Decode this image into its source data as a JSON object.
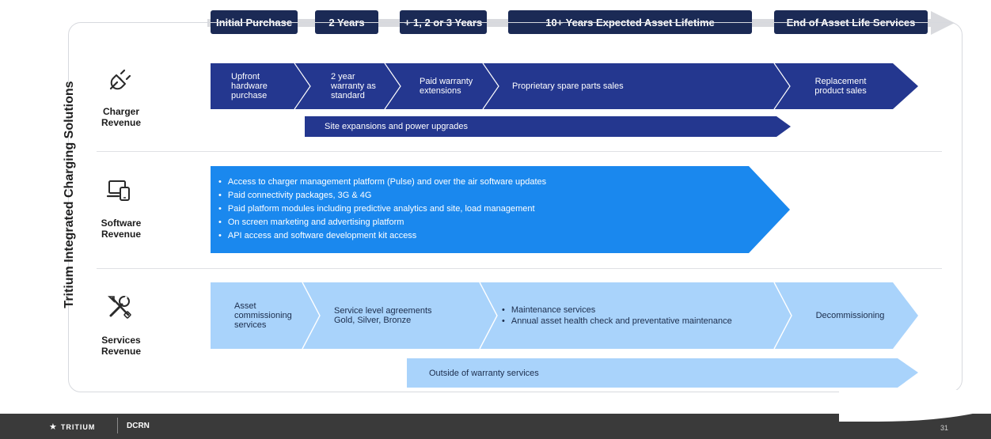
{
  "timeline": {
    "phases": [
      "Initial Purchase",
      "2 Years",
      "+ 1, 2 or 3 Years",
      "10+ Years Expected Asset Lifetime",
      "End of Asset Life Services"
    ]
  },
  "side_title": "Tritium Integrated Charging Solutions",
  "rows": {
    "charger": {
      "icon": "plug-icon",
      "label_line1": "Charger",
      "label_line2": "Revenue",
      "segments": [
        "Upfront hardware purchase",
        "2 year warranty as standard",
        "Paid warranty extensions",
        "Proprietary spare parts sales",
        "Replacement product sales"
      ],
      "secondary": "Site expansions and power upgrades",
      "color": "#24378f"
    },
    "software": {
      "icon": "devices-icon",
      "label_line1": "Software",
      "label_line2": "Revenue",
      "bullets": [
        "Access to charger management platform (Pulse) and over the air software updates",
        "Paid connectivity packages, 3G & 4G",
        "Paid platform modules including predictive analytics and site, load management",
        "On screen marketing and advertising platform",
        "API access and software development kit access"
      ],
      "color": "#1a88ee"
    },
    "services": {
      "icon": "tools-icon",
      "label_line1": "Services",
      "label_line2": "Revenue",
      "segments": {
        "commissioning": "Asset commissioning services",
        "sla": "Service level agreements Gold, Silver, Bronze",
        "maintenance_bullets": [
          "Maintenance services",
          "Annual asset health check and preventative maintenance"
        ],
        "decommissioning": "Decommissioning"
      },
      "secondary": "Outside of warranty services",
      "color": "#a9d3fb"
    }
  },
  "footer": {
    "logo_left": "TRITIUM",
    "logo_right": "DCRN",
    "page_number": "31"
  },
  "colors": {
    "navy": "#1b2a55",
    "charger_blue": "#24378f",
    "software_blue": "#1a88ee",
    "services_blue": "#a9d3fb",
    "footer": "#3a3a3a"
  }
}
